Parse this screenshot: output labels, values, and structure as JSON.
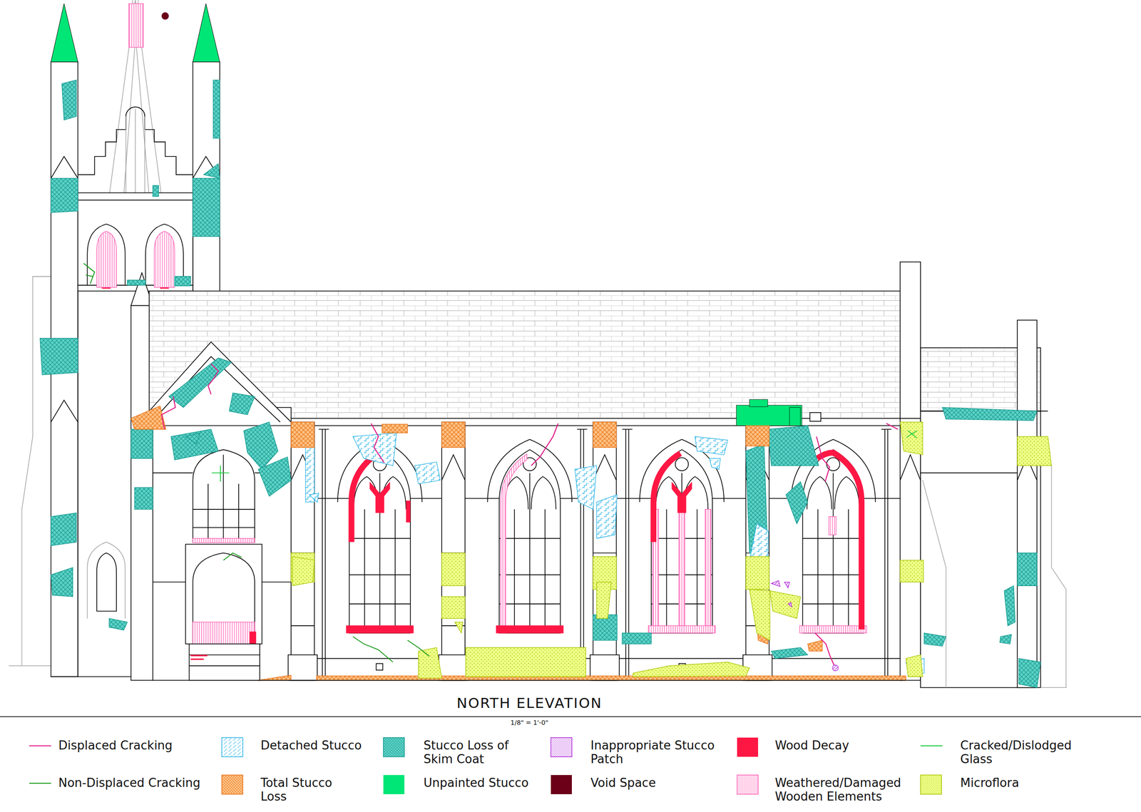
{
  "diagram": {
    "title": "NORTH ELEVATION",
    "labels": [
      "1/8\" = 1'-0\""
    ],
    "legend": [
      {
        "text": "Displaced Cracking"
      },
      {
        "text": "Detached Stucco"
      },
      {
        "text": "Stucco Loss of Skim Coat"
      },
      {
        "text": "Inappropriate Stucco Patch"
      },
      {
        "text": "Wood Decay",
        "color": "#ff1744"
      },
      {
        "text": "Cracked/Dislodged Glass"
      },
      {
        "text": "Non-Displaced Cracking"
      },
      {
        "text": "Total Stucco Loss"
      },
      {
        "text": "Unpainted Stucco",
        "color": "#00e676"
      },
      {
        "text": "Void Space",
        "color": "#6b0018"
      },
      {
        "text": "Weathered/Damaged Wooden Elements"
      },
      {
        "text": "Microflora"
      }
    ]
  }
}
